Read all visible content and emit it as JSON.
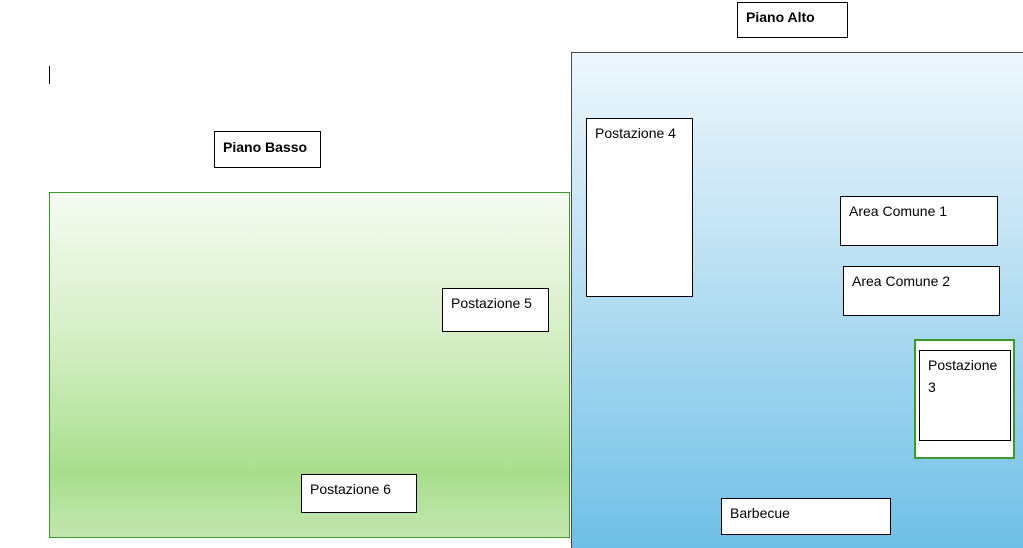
{
  "titles": {
    "piano_alto": "Piano Alto",
    "piano_basso": "Piano Basso"
  },
  "stations": {
    "postazione_3": "Postazione 3",
    "postazione_4": "Postazione 4",
    "postazione_5": "Postazione 5",
    "postazione_6": "Postazione 6"
  },
  "areas": {
    "area_comune_1": "Area Comune 1",
    "area_comune_2": "Area Comune 2",
    "barbecue": "Barbecue"
  },
  "colors": {
    "piano_basso_fill": "#a9de8e",
    "piano_basso_border": "#3a9a2a",
    "piano_alto_fill": "#6fbfe6",
    "postazione_3_frame": "#3a9a2a"
  }
}
